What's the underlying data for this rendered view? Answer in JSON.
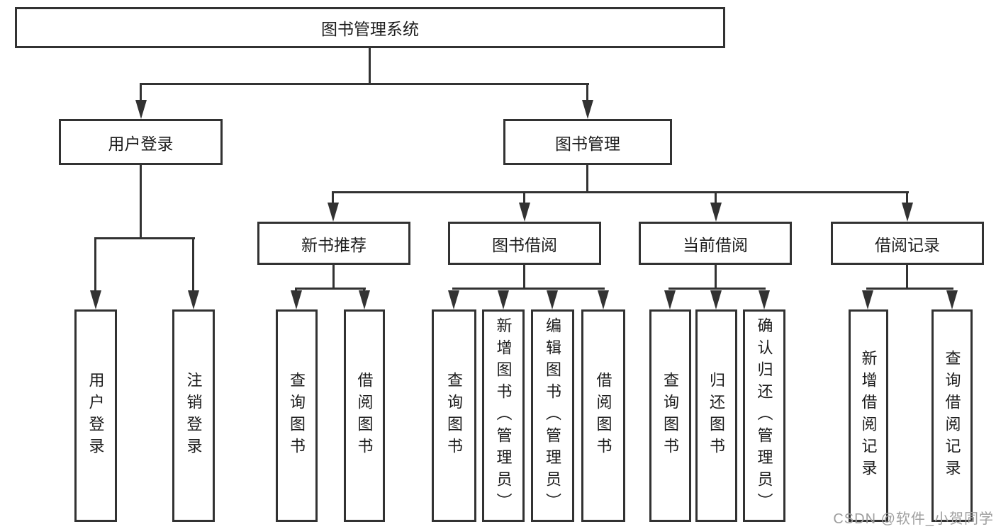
{
  "diagram": {
    "root": "图书管理系统",
    "level2": {
      "user_login": "用户登录",
      "book_mgmt": "图书管理"
    },
    "level3": {
      "new_books": "新书推荐",
      "book_borrow": "图书借阅",
      "current_borrow": "当前借阅",
      "borrow_records": "借阅记录"
    },
    "leaves": {
      "user_login": "用户登录",
      "logout": "注销登录",
      "new_query": "查询图书",
      "new_borrow": "借阅图书",
      "bb_query": "查询图书",
      "bb_add": "新增图书（管理员）",
      "bb_edit": "编辑图书（管理员）",
      "bb_borrow": "借阅图书",
      "cb_query": "查询图书",
      "cb_return": "归还图书",
      "cb_confirm": "确认归还（管理员）",
      "rec_add": "新增借阅记录",
      "rec_query": "查询借阅记录"
    }
  },
  "watermark": "CSDN @软件_小贺同学",
  "colors": {
    "line": "#323232",
    "text": "#1c1c1c",
    "watermark": "#9e9e9e",
    "background": "#ffffff"
  }
}
